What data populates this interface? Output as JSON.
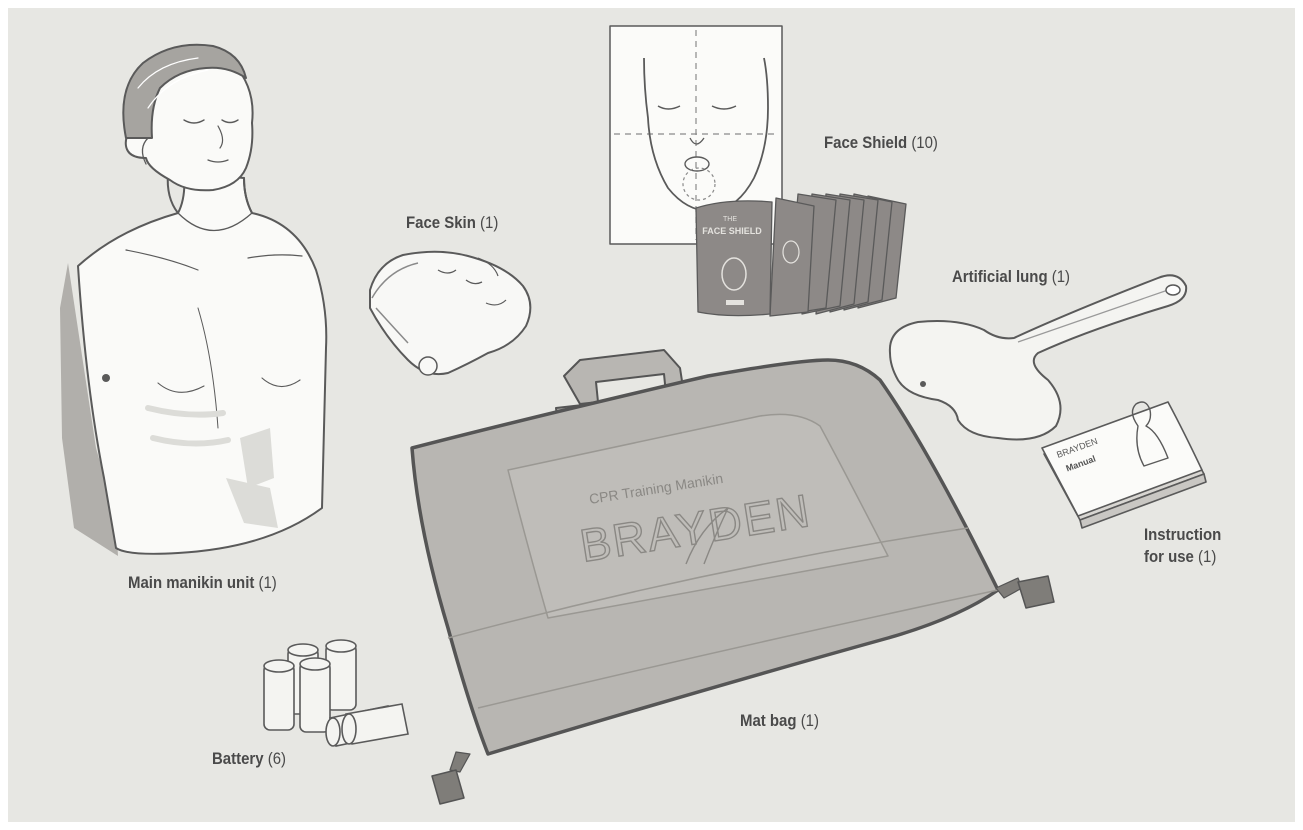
{
  "items": {
    "manikin": {
      "name": "Main manikin unit",
      "qty": "(1)"
    },
    "face_skin": {
      "name": "Face Skin",
      "qty": "(1)"
    },
    "face_shield": {
      "name": "Face Shield",
      "qty": "(10)"
    },
    "lung": {
      "name": "Artificial lung",
      "qty": "(1)"
    },
    "instruction": {
      "name_line1": "Instruction",
      "name_line2": "for use",
      "qty": "(1)"
    },
    "mat_bag": {
      "name": "Mat bag",
      "qty": "(1)"
    },
    "battery": {
      "name": "Battery",
      "qty": "(6)"
    }
  },
  "bag_print": {
    "subtitle": "CPR Training Manikin",
    "brand": "BRAYDEN"
  },
  "face_shield_pack": {
    "line1": "THE",
    "line2": "FACE SHIELD"
  },
  "manual": {
    "brand": "BRAYDEN",
    "title": "Manual"
  },
  "colors": {
    "background": "#e7e7e3",
    "outline": "#5a5a5a",
    "bag_fill": "#b8b6b2",
    "pack_fill": "#8d8987",
    "label_text": "#4a4a4a"
  }
}
